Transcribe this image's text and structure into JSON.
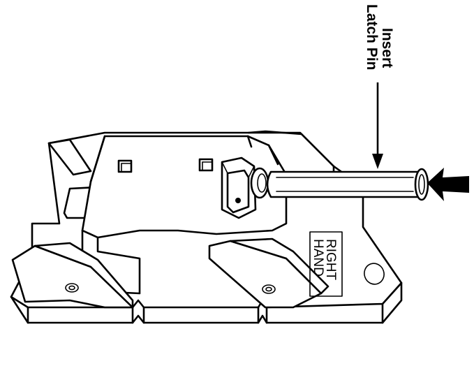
{
  "callout": {
    "line1": "Insert",
    "line2": "Latch Pin"
  },
  "stamp": {
    "line1": "RIGHT",
    "line2": "HAND"
  },
  "colors": {
    "ink": "#000000",
    "paper": "#ffffff"
  },
  "icons": [
    "push-arrow-icon",
    "callout-arrow-icon"
  ]
}
